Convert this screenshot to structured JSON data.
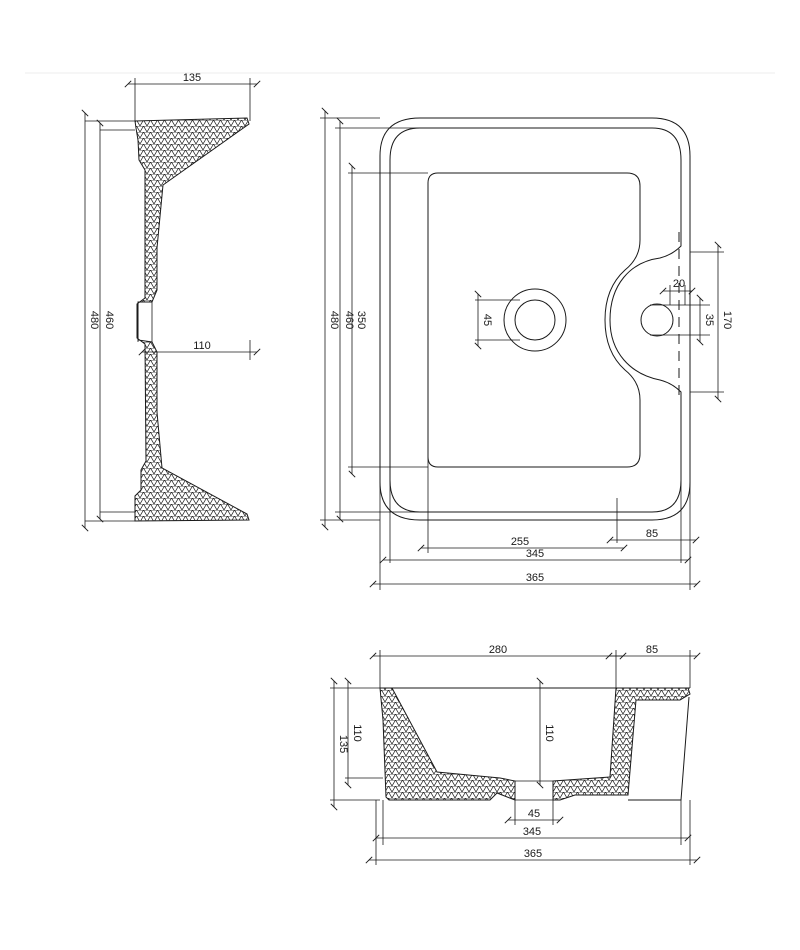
{
  "side_view": {
    "dims": {
      "top": "135",
      "outer_h": "480",
      "inner_h": "460",
      "depth": "110"
    }
  },
  "top_view": {
    "dims": {
      "outer_h": "480",
      "inner_h": "460",
      "basin_h": "350",
      "drain": "45",
      "tap_w": "20",
      "tap_hole": "35",
      "tap_zone": "170",
      "basin_w": "255",
      "deck": "85",
      "inner_w": "345",
      "outer_w": "365"
    }
  },
  "front_view": {
    "dims": {
      "basin_w": "280",
      "deck": "85",
      "outer_h": "135",
      "inner_h": "110",
      "depth": "110",
      "drain": "45",
      "inner_w": "345",
      "outer_w": "365"
    }
  }
}
